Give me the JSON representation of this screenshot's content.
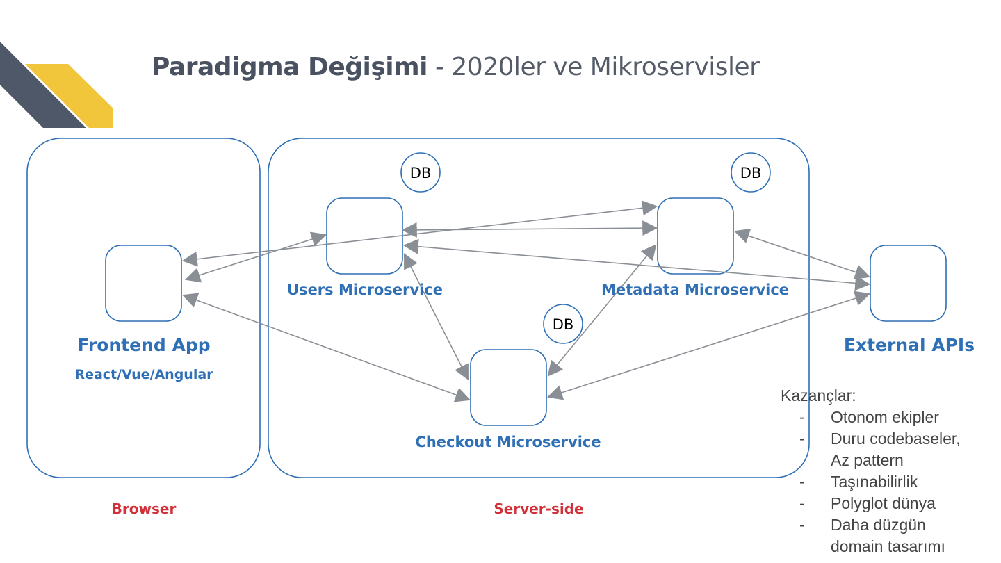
{
  "title": {
    "bold": "Paradigma Değişimi",
    "rest": " - 2020ler ve Mikroservisler"
  },
  "diagram": {
    "frontend": {
      "name": "Frontend App",
      "sub": "React/Vue/Angular"
    },
    "users": "Users Microservice",
    "metadata": "Metadata Microservice",
    "checkout": "Checkout Microservice",
    "external": "External APIs",
    "db": "DB",
    "browser": "Browser",
    "server": "Server-side"
  },
  "notes": {
    "heading": "Kazançlar:",
    "items": [
      {
        "dash": "-",
        "text": "Otonom ekipler"
      },
      {
        "dash": "-",
        "text": "Duru codebaseler,",
        "text2": "Az pattern"
      },
      {
        "dash": "-",
        "text": "Taşınabilirlik"
      },
      {
        "dash": "-",
        "text": "Polyglot dünya"
      },
      {
        "dash": "-",
        "text": "Daha düzgün",
        "text2": "domain tasarımı"
      }
    ]
  },
  "colors": {
    "accent_dark": "#4e5868",
    "accent_yellow": "#f2c63a",
    "line_blue": "#2e6fb5",
    "arrow_gray": "#8a8f96",
    "label_red": "#d2313a"
  }
}
